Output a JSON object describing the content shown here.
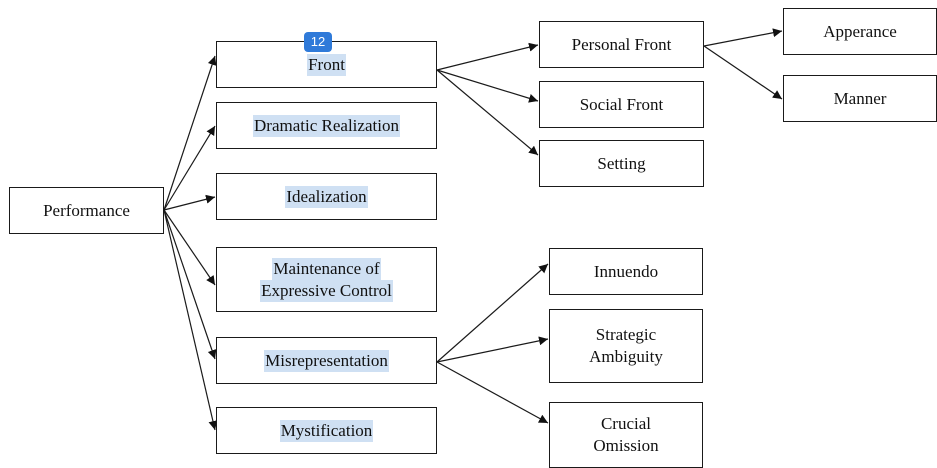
{
  "diagram": {
    "root": {
      "label": "Performance"
    },
    "elements": {
      "front": "Front",
      "dramatic_realization": "Dramatic Realization",
      "idealization": "Idealization",
      "maintenance": [
        "Maintenance of",
        "Expressive Control"
      ],
      "misrepresentation": "Misrepresentation",
      "mystification": "Mystification"
    },
    "front_children": {
      "personal_front": "Personal Front",
      "social_front": "Social Front",
      "setting": "Setting"
    },
    "personal_front_children": {
      "appearance": "Apperance",
      "manner": "Manner"
    },
    "misrepresentation_children": {
      "innuendo": "Innuendo",
      "strategic_ambiguity": [
        "Strategic",
        "Ambiguity"
      ],
      "crucial_omission": [
        "Crucial",
        "Omission"
      ]
    },
    "selection_badge": "12",
    "colors": {
      "highlight": "#cfe0f3",
      "badge": "#2f7ad9",
      "stroke": "#1a1a1a"
    }
  }
}
